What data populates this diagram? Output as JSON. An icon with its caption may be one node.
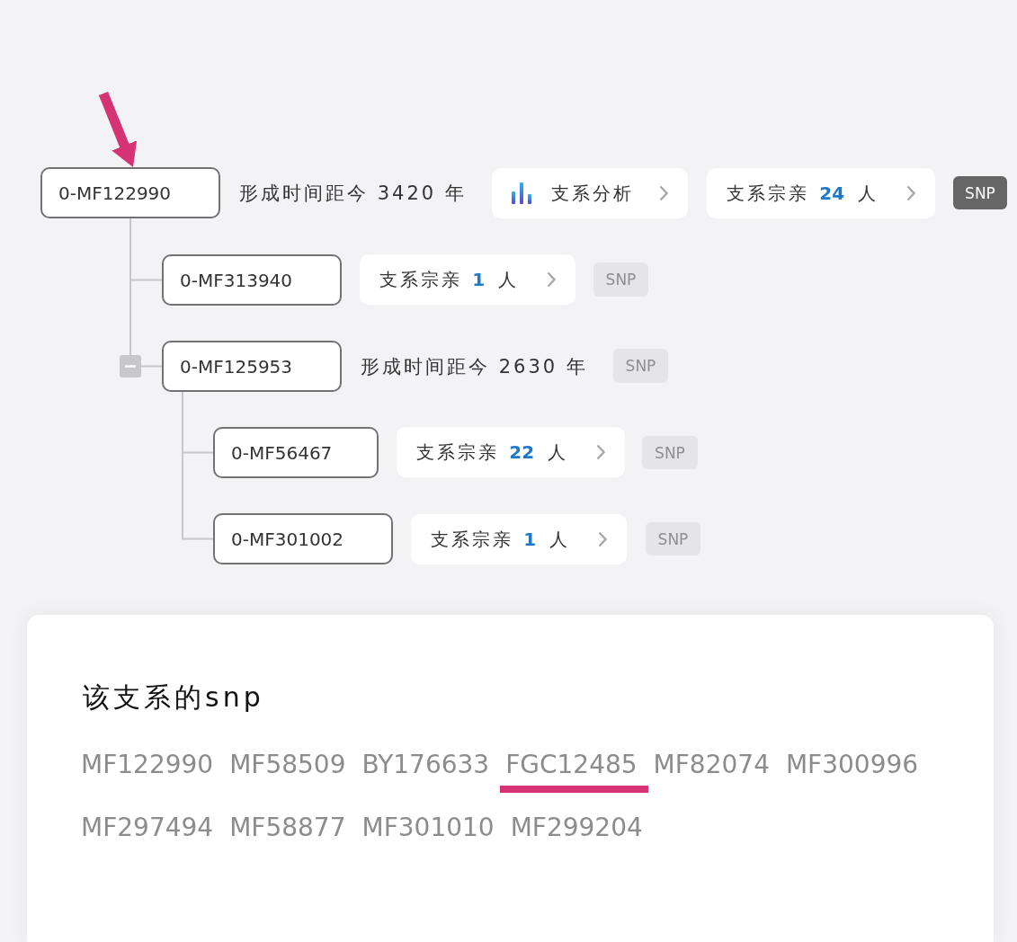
{
  "diagram": {
    "nodes": [
      {
        "text": [
          "0-MF122990"
        ],
        "beside": [
          "形成时间距今 3420 年"
        ]
      },
      {
        "text": [
          "支系分析"
        ]
      },
      {
        "text": [
          "支系宗亲 **24** 人"
        ]
      },
      {
        "text": [
          "SNP"
        ]
      },
      {
        "text": [
          "0-MF313940"
        ]
      },
      {
        "text": [
          "支系宗亲 **1** 人"
        ]
      },
      {
        "text": [
          "SNP"
        ]
      },
      {
        "text": [
          "0-MF125953"
        ],
        "beside": [
          "形成时间距今 2630 年"
        ]
      },
      {
        "text": [
          "SNP"
        ]
      },
      {
        "text": [
          "0-MF56467"
        ]
      },
      {
        "text": [
          "支系宗亲 **22** 人"
        ]
      },
      {
        "text": [
          "SNP"
        ]
      },
      {
        "text": [
          "0-MF301002"
        ]
      },
      {
        "text": [
          "支系宗亲 **1** 人"
        ]
      },
      {
        "text": [
          "SNP"
        ]
      },
      {
        "text": [
          "该支系的snp",
          "MF122990",
          "MF58509",
          "BY176633",
          "FGC12485",
          "MF82074",
          "MF300996",
          "MF297494",
          "MF58877",
          "MF301010",
          "MF299204"
        ]
      }
    ],
    "edges": [
      {
        "from": null,
        "to": 0,
        "arrow": "to",
        "style": "thick",
        "color": "#d63374"
      },
      {
        "from": 0,
        "to": 4,
        "arrow": "none"
      },
      {
        "from": 0,
        "to": 7,
        "arrow": "none"
      },
      {
        "from": 7,
        "to": 9,
        "arrow": "none"
      },
      {
        "from": 7,
        "to": 12,
        "arrow": "none"
      }
    ]
  }
}
